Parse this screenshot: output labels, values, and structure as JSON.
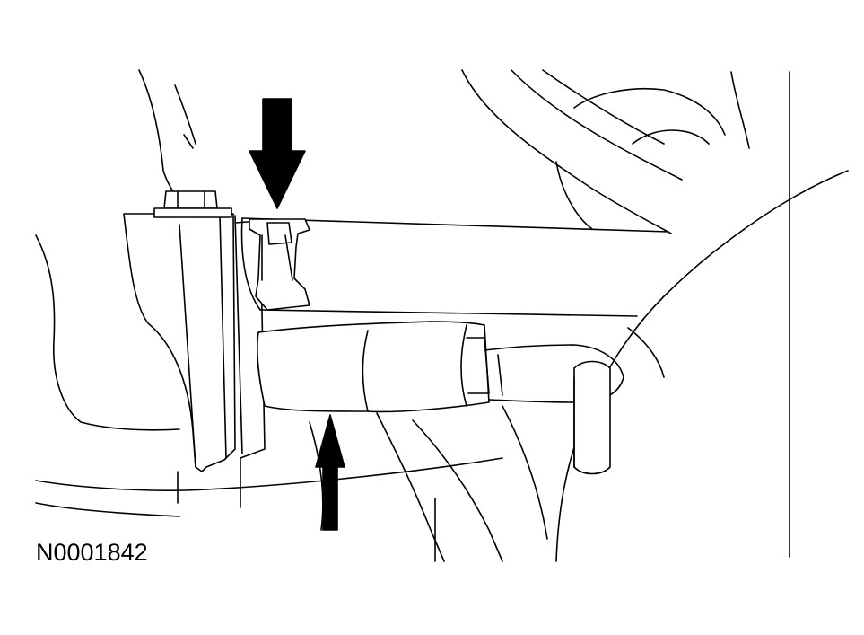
{
  "figure": {
    "id_label": "N0001842",
    "callouts": [
      {
        "name": "arrow-down",
        "direction": "down"
      },
      {
        "name": "arrow-up",
        "direction": "up"
      }
    ]
  }
}
